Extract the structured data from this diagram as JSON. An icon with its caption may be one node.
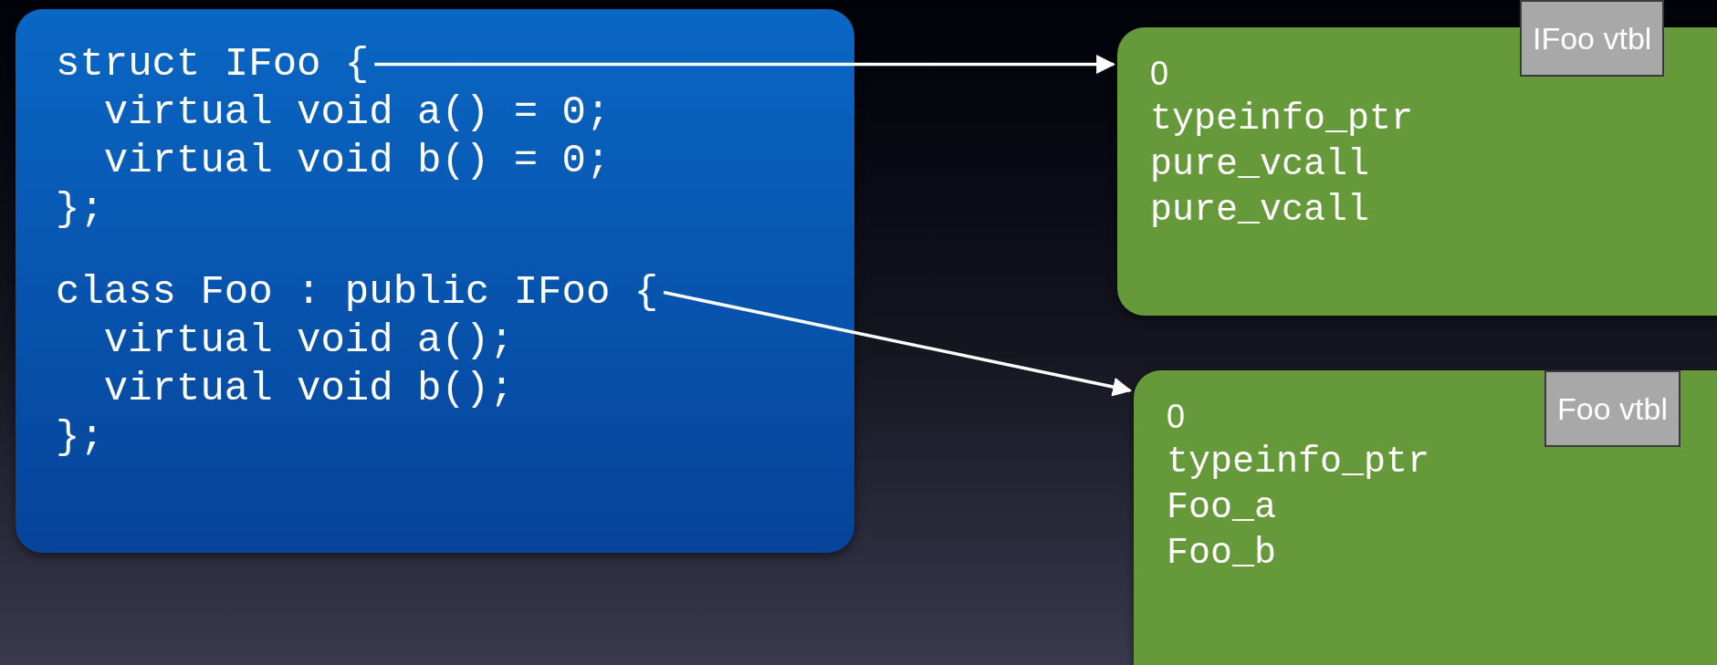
{
  "diagram": {
    "nodes": [
      {
        "text": [],
        "shape": "box"
      },
      {
        "text": [
          "struct IFoo {"
        ],
        "in": 0
      },
      {
        "text": [
          "class Foo : public IFoo {"
        ],
        "in": 0
      },
      {
        "text": [
          "IFoo vtbl",
          "0",
          "typeinfo_ptr",
          "pure_vcall",
          "pure_vcall"
        ]
      },
      {
        "text": [
          "Foo vtbl",
          "0",
          "typeinfo_ptr",
          "Foo_a",
          "Foo_b"
        ]
      }
    ],
    "edges": [
      {
        "from": 1,
        "to": 3,
        "arrow": "to"
      },
      {
        "from": 2,
        "to": 4,
        "arrow": "to"
      }
    ],
    "labels": [
      "virtual void a() = 0;",
      "virtual void b() = 0;",
      "};",
      "virtual void a();",
      "virtual void b();",
      "};"
    ]
  }
}
